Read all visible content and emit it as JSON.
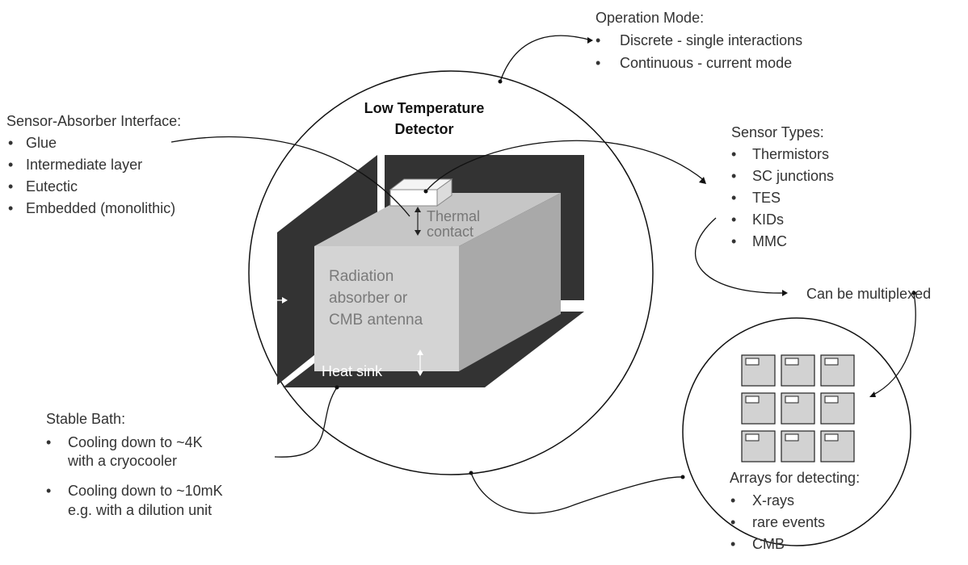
{
  "title": {
    "line1": "Low Temperature",
    "line2": "Detector"
  },
  "operation_mode": {
    "heading": "Operation Mode:",
    "items": [
      "Discrete - single interactions",
      "Continuous - current mode"
    ]
  },
  "sensor_absorber": {
    "heading": "Sensor-Absorber Interface:",
    "items": [
      "Glue",
      "Intermediate layer",
      "Eutectic",
      "Embedded (monolithic)"
    ]
  },
  "sensor_types": {
    "heading": "Sensor Types:",
    "items": [
      "Thermistors",
      "SC junctions",
      "TES",
      "KIDs",
      "MMC"
    ]
  },
  "multiplexed": "Can be multiplexed",
  "stable_bath": {
    "heading": "Stable Bath:",
    "items": [
      {
        "line1": "Cooling down to ~4K",
        "line2": "with a cryocooler"
      },
      {
        "line1": "Cooling down to ~10mK",
        "line2": "e.g. with a dilution unit"
      }
    ]
  },
  "arrays": {
    "heading": "Arrays for detecting:",
    "items": [
      "X-rays",
      "rare events",
      "CMB"
    ]
  },
  "detector": {
    "thermal_contact_1": "Thermal",
    "thermal_contact_2": "contact",
    "absorber_1": "Radiation",
    "absorber_2": "absorber or",
    "absorber_3": "CMB antenna",
    "heat_sink": "Heat sink"
  },
  "bullet": "•",
  "colors": {
    "dark_panel": "#333333",
    "absorber_front": "#d4d4d4",
    "absorber_top": "#c6c6c6",
    "absorber_side": "#a9a9a9",
    "line": "#111111",
    "text": "#333333"
  }
}
